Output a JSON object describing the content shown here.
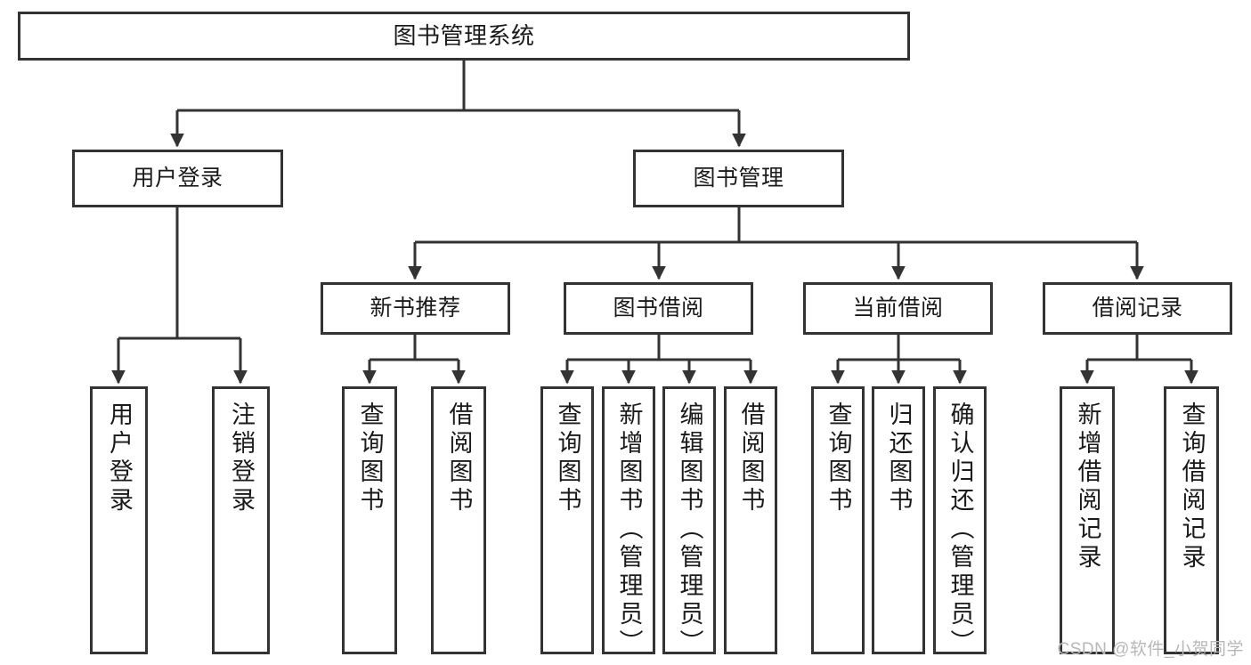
{
  "diagram": {
    "title": "图书管理系统",
    "type": "tree-hierarchy",
    "watermark": "CSDN @软件_小贺同学",
    "style": {
      "box_border_color": "#333333",
      "box_fill_color": "#ffffff",
      "connector_color": "#333333",
      "text_color": "#1a1a1a",
      "watermark_color": "#b7b7b7"
    },
    "nodes": {
      "root": {
        "label": "图书管理系统",
        "level": 0,
        "orientation": "horizontal"
      },
      "user_login": {
        "label": "用户登录",
        "level": 1,
        "orientation": "horizontal"
      },
      "book_manage": {
        "label": "图书管理",
        "level": 1,
        "orientation": "horizontal"
      },
      "new_book_rec": {
        "label": "新书推荐",
        "level": 2,
        "orientation": "horizontal"
      },
      "book_borrow": {
        "label": "图书借阅",
        "level": 2,
        "orientation": "horizontal"
      },
      "current_borrow": {
        "label": "当前借阅",
        "level": 2,
        "orientation": "horizontal"
      },
      "borrow_record": {
        "label": "借阅记录",
        "level": 2,
        "orientation": "horizontal"
      },
      "leaf_user_login": {
        "label": "用户登录",
        "level": 2,
        "orientation": "vertical"
      },
      "leaf_logout": {
        "label": "注销登录",
        "level": 2,
        "orientation": "vertical"
      },
      "leaf_query_book_1": {
        "label": "查询图书",
        "level": 3,
        "orientation": "vertical"
      },
      "leaf_borrow_book_1": {
        "label": "借阅图书",
        "level": 3,
        "orientation": "vertical"
      },
      "leaf_query_book_2": {
        "label": "查询图书",
        "level": 3,
        "orientation": "vertical"
      },
      "leaf_add_book": {
        "label": "新增图书（管理员）",
        "level": 3,
        "orientation": "vertical"
      },
      "leaf_edit_book": {
        "label": "编辑图书（管理员）",
        "level": 3,
        "orientation": "vertical"
      },
      "leaf_borrow_book_2": {
        "label": "借阅图书",
        "level": 3,
        "orientation": "vertical"
      },
      "leaf_query_book_3": {
        "label": "查询图书",
        "level": 3,
        "orientation": "vertical"
      },
      "leaf_return_book": {
        "label": "归还图书",
        "level": 3,
        "orientation": "vertical"
      },
      "leaf_confirm_return": {
        "label": "确认归还（管理员）",
        "level": 3,
        "orientation": "vertical"
      },
      "leaf_add_record": {
        "label": "新增借阅记录",
        "level": 3,
        "orientation": "vertical"
      },
      "leaf_query_record": {
        "label": "查询借阅记录",
        "level": 3,
        "orientation": "vertical"
      }
    },
    "edges": [
      {
        "from": "root",
        "to": "user_login"
      },
      {
        "from": "root",
        "to": "book_manage"
      },
      {
        "from": "user_login",
        "to": "leaf_user_login"
      },
      {
        "from": "user_login",
        "to": "leaf_logout"
      },
      {
        "from": "book_manage",
        "to": "new_book_rec"
      },
      {
        "from": "book_manage",
        "to": "book_borrow"
      },
      {
        "from": "book_manage",
        "to": "current_borrow"
      },
      {
        "from": "book_manage",
        "to": "borrow_record"
      },
      {
        "from": "new_book_rec",
        "to": "leaf_query_book_1"
      },
      {
        "from": "new_book_rec",
        "to": "leaf_borrow_book_1"
      },
      {
        "from": "book_borrow",
        "to": "leaf_query_book_2"
      },
      {
        "from": "book_borrow",
        "to": "leaf_add_book"
      },
      {
        "from": "book_borrow",
        "to": "leaf_edit_book"
      },
      {
        "from": "book_borrow",
        "to": "leaf_borrow_book_2"
      },
      {
        "from": "current_borrow",
        "to": "leaf_query_book_3"
      },
      {
        "from": "current_borrow",
        "to": "leaf_return_book"
      },
      {
        "from": "current_borrow",
        "to": "leaf_confirm_return"
      },
      {
        "from": "borrow_record",
        "to": "leaf_add_record"
      },
      {
        "from": "borrow_record",
        "to": "leaf_query_record"
      }
    ]
  }
}
